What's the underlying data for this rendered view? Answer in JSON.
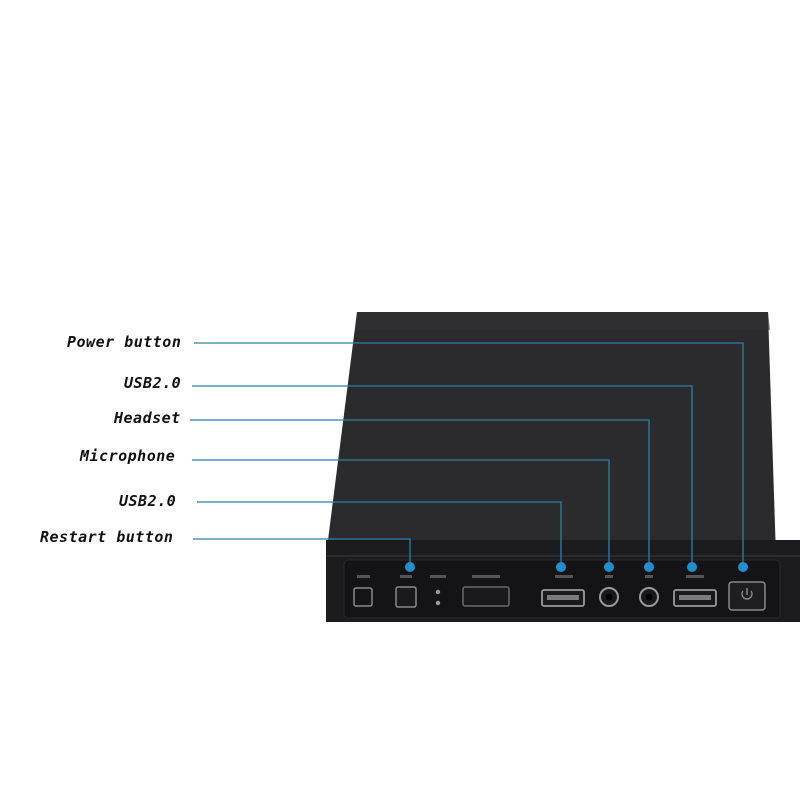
{
  "colors": {
    "background": "#ffffff",
    "case_top": "#2b2b2d",
    "case_front": "#1a1a1c",
    "panel_strip": "#141416",
    "port_outline": "#8a8a8c",
    "leader_line": "#2e7fa8",
    "marker_dot": "#1f8fcf",
    "label_text": "#111111"
  },
  "callouts": [
    {
      "id": "power",
      "label": "Power button",
      "icon": "power-icon"
    },
    {
      "id": "usb-right",
      "label": "USB2.0",
      "icon": "usb-icon"
    },
    {
      "id": "headset",
      "label": "Headset",
      "icon": "headphone-jack-icon"
    },
    {
      "id": "microphone",
      "label": "Microphone",
      "icon": "microphone-jack-icon"
    },
    {
      "id": "usb-left",
      "label": "USB2.0",
      "icon": "usb-icon"
    },
    {
      "id": "restart",
      "label": "Restart button",
      "icon": "reset-icon"
    }
  ]
}
